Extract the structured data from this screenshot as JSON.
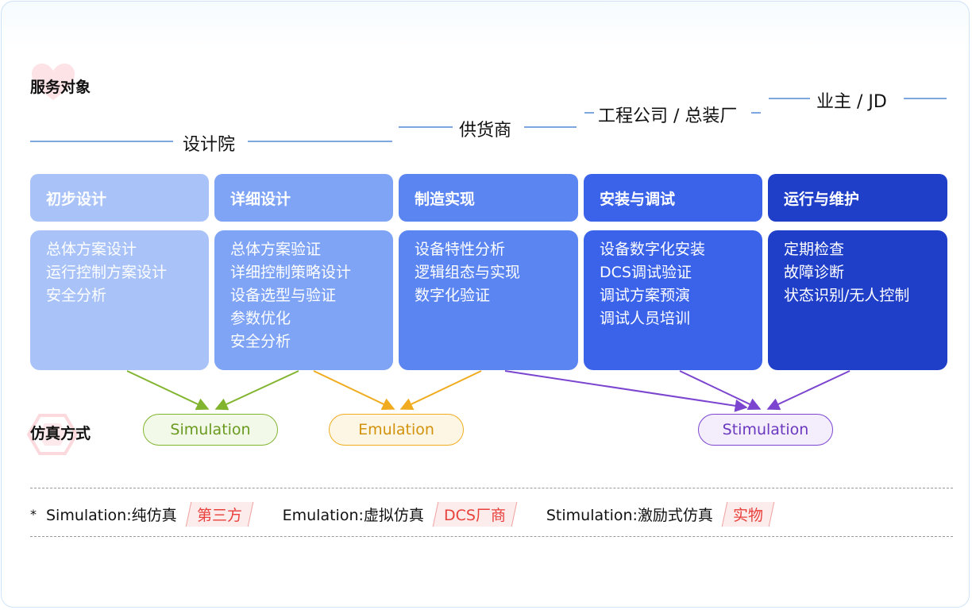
{
  "sections": {
    "service_label": "服务对象",
    "sim_label": "仿真方式"
  },
  "stakeholders": [
    "设计院",
    "供货商",
    "工程公司 / 总装厂",
    "业主 / JD"
  ],
  "phases": [
    {
      "title": "初步设计",
      "items": [
        "总体方案设计",
        "运行控制方案设计",
        "安全分析"
      ]
    },
    {
      "title": "详细设计",
      "items": [
        "总体方案验证",
        "详细控制策略设计",
        "设备选型与验证",
        "参数优化",
        "安全分析"
      ]
    },
    {
      "title": "制造实现",
      "items": [
        "设备特性分析",
        "逻辑组态与实现",
        "数字化验证"
      ]
    },
    {
      "title": "安装与调试",
      "items": [
        "设备数字化安装",
        "DCS调试验证",
        "调试方案预演",
        "调试人员培训"
      ]
    },
    {
      "title": "运行与维护",
      "items": [
        "定期检查",
        "故障诊断",
        "状态识别/无人控制"
      ]
    }
  ],
  "colors": {
    "phase_heads": [
      "#a9c3f8",
      "#7fa4f5",
      "#5b85f1",
      "#3a63ea",
      "#1f3fc9"
    ],
    "phase_bodies": [
      "#a9c3f8",
      "#7fa4f5",
      "#5b85f1",
      "#3a63ea",
      "#1f3fc9"
    ],
    "simulation": "#82b52f",
    "emulation": "#f0ac1e",
    "stimulation": "#7b45d0",
    "stake_line": "#7ea6e0"
  },
  "methods": [
    {
      "name": "Simulation"
    },
    {
      "name": "Emulation"
    },
    {
      "name": "Stimulation"
    }
  ],
  "footnote": {
    "star": "*",
    "entries": [
      {
        "text": "Simulation:纯仿真",
        "tag": "第三方"
      },
      {
        "text": "Emulation:虚拟仿真",
        "tag": "DCS厂商"
      },
      {
        "text": "Stimulation:激励式仿真",
        "tag": "实物"
      }
    ]
  }
}
